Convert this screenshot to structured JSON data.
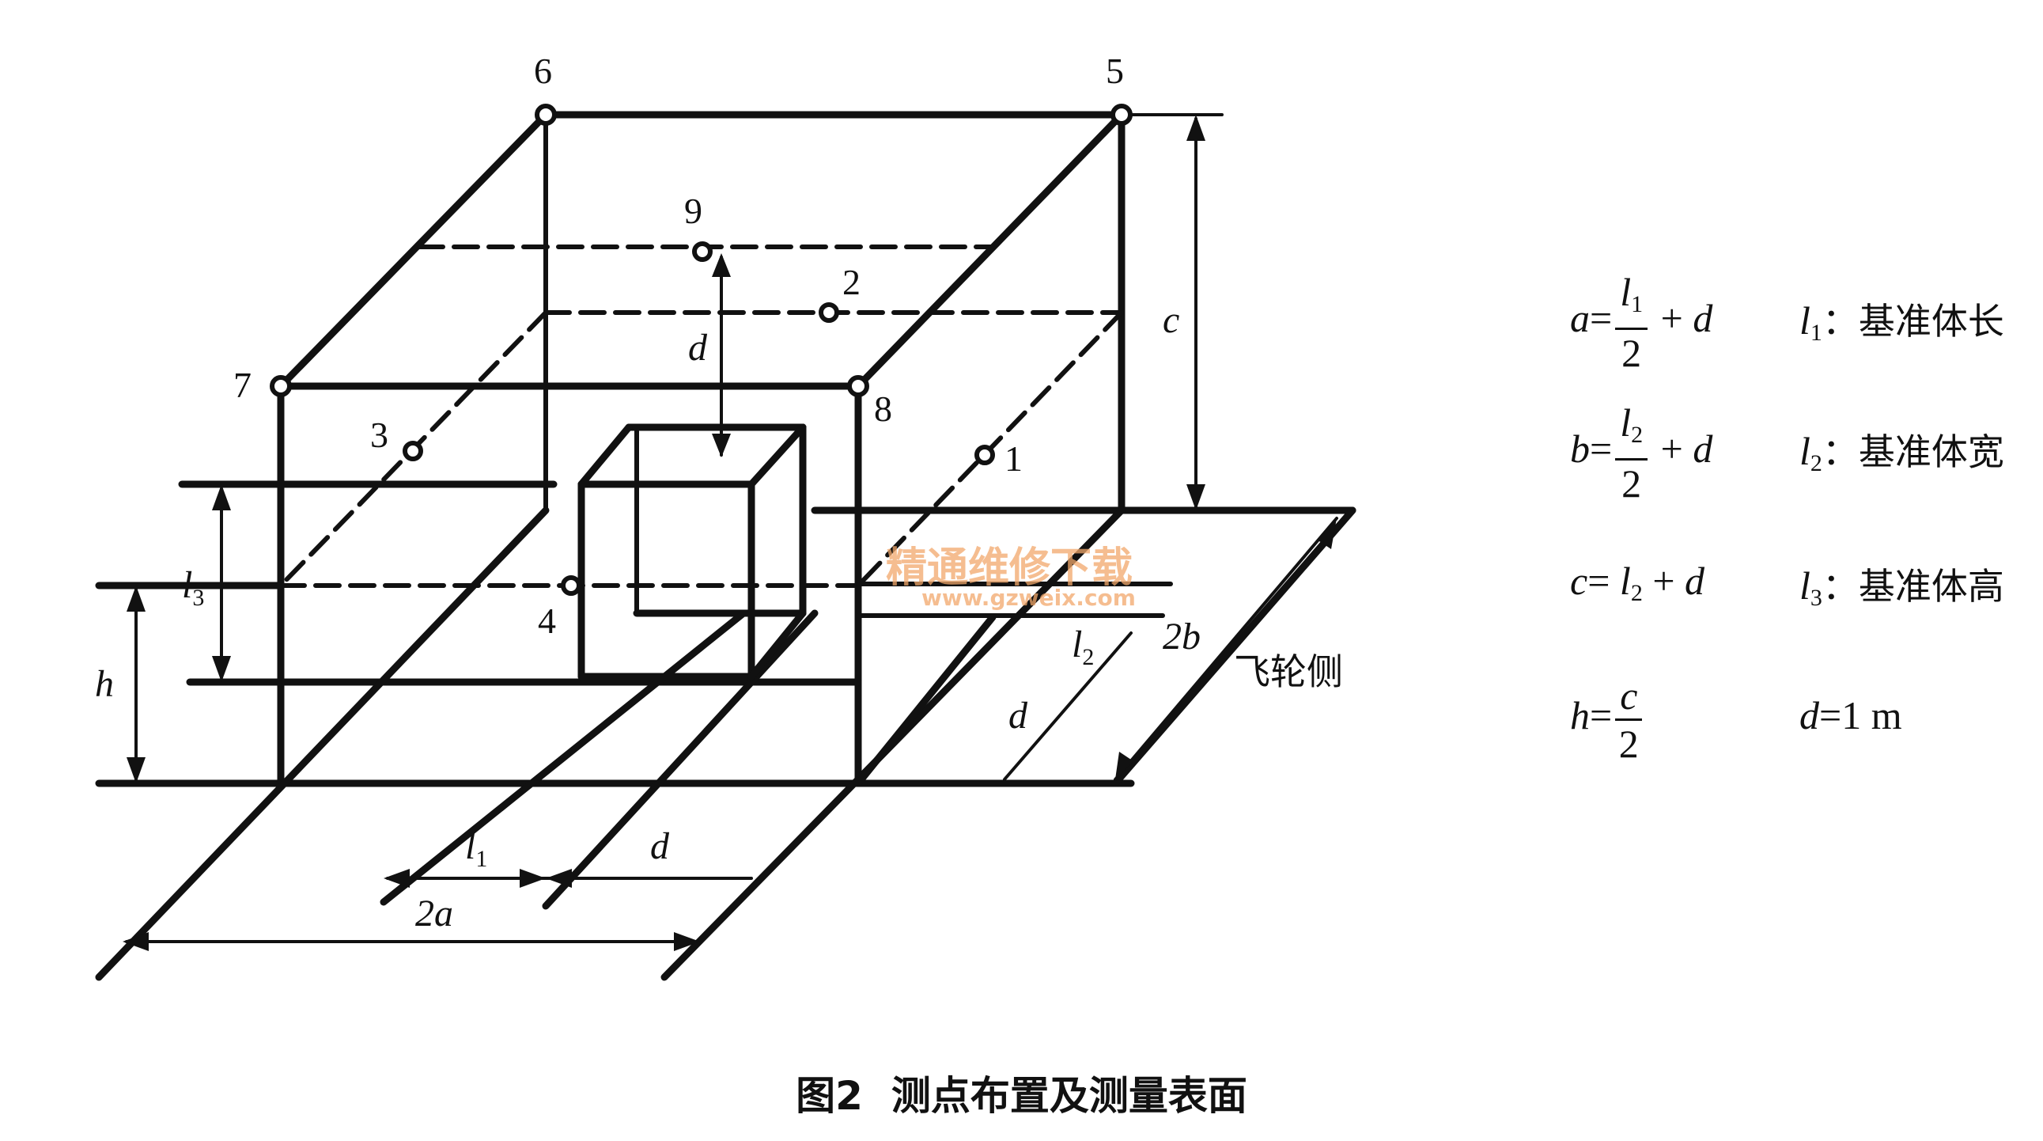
{
  "diagram": {
    "point_labels": [
      "1",
      "2",
      "3",
      "4",
      "5",
      "6",
      "7",
      "8",
      "9"
    ],
    "dimension_labels": {
      "c": "c",
      "d_vertical": "d",
      "l3": "l",
      "l3_sub": "3",
      "h": "h",
      "l2": "l",
      "l2_sub": "2",
      "two_b": "2b",
      "d_side": "d",
      "l1": "l",
      "l1_sub": "1",
      "d_front": "d",
      "two_a": "2a"
    },
    "side_label": "飞轮侧",
    "watermark_cn": "精通维修下载",
    "watermark_url": "www.gzweix.com"
  },
  "formulas": {
    "a": {
      "lhs": "a",
      "eq": "=",
      "num": "l",
      "num_sub": "1",
      "den": "2",
      "tail_op": "+",
      "tail_var": "d"
    },
    "b": {
      "lhs": "b",
      "eq": "=",
      "num": "l",
      "num_sub": "2",
      "den": "2",
      "tail_op": "+",
      "tail_var": "d"
    },
    "c": {
      "lhs": "c",
      "eq": "=",
      "term": "l",
      "term_sub": "2",
      "tail_op": "+",
      "tail_var": "d"
    },
    "h": {
      "lhs": "h",
      "eq": "=",
      "num": "c",
      "den": "2"
    }
  },
  "legend": {
    "l1": {
      "var": "l",
      "sub": "1",
      "text": "：基准体长"
    },
    "l2": {
      "var": "l",
      "sub": "2",
      "text": "：基准体宽"
    },
    "l3": {
      "var": "l",
      "sub": "3",
      "text": "：基准体高"
    },
    "d": {
      "var": "d",
      "text": "=1 m"
    }
  },
  "caption": {
    "figure": "图2",
    "title": "测点布置及测量表面"
  }
}
